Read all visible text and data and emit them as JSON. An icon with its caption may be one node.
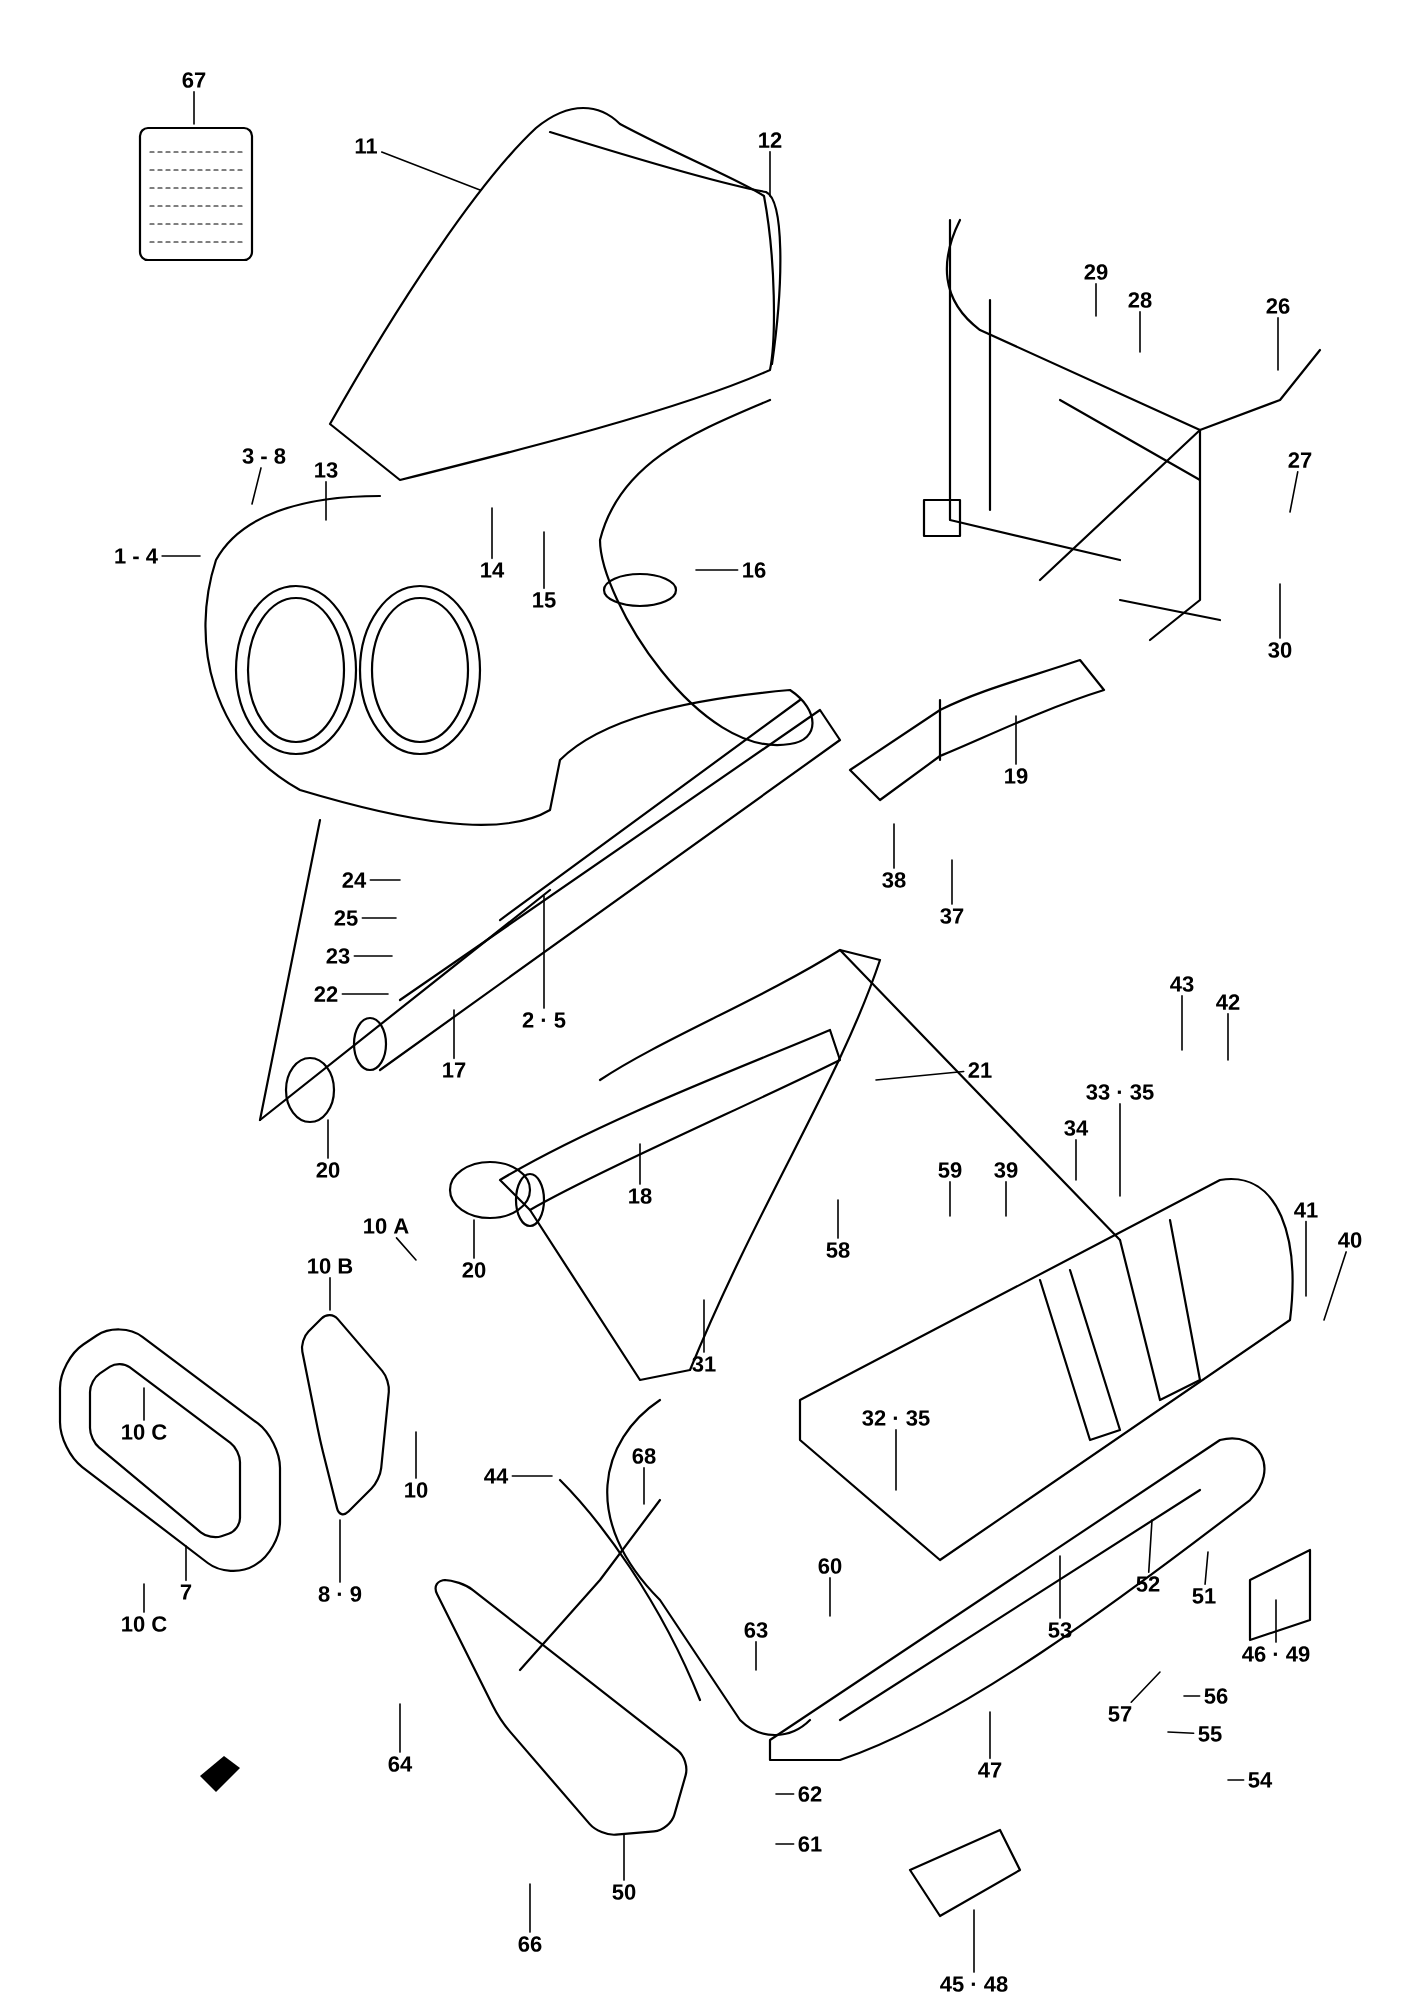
{
  "diagram": {
    "nodes": [
      {
        "text": [
          "67"
        ]
      },
      {
        "text": [
          "12"
        ]
      },
      {
        "text": [
          "11"
        ]
      },
      {
        "text": [
          "29"
        ]
      },
      {
        "text": [
          "28"
        ]
      },
      {
        "text": [
          "26"
        ]
      },
      {
        "text": [
          "27"
        ]
      },
      {
        "text": [
          "3 - 8"
        ]
      },
      {
        "text": [
          "13"
        ]
      },
      {
        "text": [
          "1 - 4"
        ]
      },
      {
        "text": [
          "14"
        ]
      },
      {
        "text": [
          "16"
        ]
      },
      {
        "text": [
          "15"
        ]
      },
      {
        "text": [
          "30"
        ]
      },
      {
        "text": [
          "19"
        ]
      },
      {
        "text": [
          "24"
        ]
      },
      {
        "text": [
          "38"
        ]
      },
      {
        "text": [
          "37"
        ]
      },
      {
        "text": [
          "25"
        ]
      },
      {
        "text": [
          "23"
        ]
      },
      {
        "text": [
          "22"
        ]
      },
      {
        "text": [
          "43"
        ]
      },
      {
        "text": [
          "42"
        ]
      },
      {
        "text": [
          "2 · 5"
        ]
      },
      {
        "text": [
          "21"
        ]
      },
      {
        "text": [
          "17"
        ]
      },
      {
        "text": [
          "33 · 35"
        ]
      },
      {
        "text": [
          "34"
        ]
      },
      {
        "text": [
          "20"
        ]
      },
      {
        "text": [
          "59"
        ]
      },
      {
        "text": [
          "39"
        ]
      },
      {
        "text": [
          "18"
        ]
      },
      {
        "text": [
          "41"
        ]
      },
      {
        "text": [
          "10 A"
        ]
      },
      {
        "text": [
          "40"
        ]
      },
      {
        "text": [
          "58"
        ]
      },
      {
        "text": [
          "10 B"
        ]
      },
      {
        "text": [
          "20"
        ]
      },
      {
        "text": [
          "31"
        ]
      },
      {
        "text": [
          "32 · 35"
        ]
      },
      {
        "text": [
          "10 C"
        ]
      },
      {
        "text": [
          "68"
        ]
      },
      {
        "text": [
          "44"
        ]
      },
      {
        "text": [
          "10"
        ]
      },
      {
        "text": [
          "60"
        ]
      },
      {
        "text": [
          "52"
        ]
      },
      {
        "text": [
          "7"
        ]
      },
      {
        "text": [
          "8 · 9"
        ]
      },
      {
        "text": [
          "51"
        ]
      },
      {
        "text": [
          "10 C"
        ]
      },
      {
        "text": [
          "53"
        ]
      },
      {
        "text": [
          "63"
        ]
      },
      {
        "text": [
          "46 · 49"
        ]
      },
      {
        "text": [
          "56"
        ]
      },
      {
        "text": [
          "57"
        ]
      },
      {
        "text": [
          "55"
        ]
      },
      {
        "text": [
          "64"
        ]
      },
      {
        "text": [
          "47"
        ]
      },
      {
        "text": [
          "54"
        ]
      },
      {
        "text": [
          "62"
        ]
      },
      {
        "text": [
          "61"
        ]
      },
      {
        "text": [
          "50"
        ]
      },
      {
        "text": [
          "66"
        ]
      },
      {
        "text": [
          "45 · 48"
        ]
      }
    ],
    "edges": [
      {
        "from": 0,
        "to": null,
        "arrow": "none"
      },
      {
        "from": 1,
        "to": null,
        "arrow": "none"
      },
      {
        "from": 2,
        "to": null,
        "arrow": "none"
      },
      {
        "from": 3,
        "to": null,
        "arrow": "none"
      },
      {
        "from": 4,
        "to": null,
        "arrow": "none"
      },
      {
        "from": 5,
        "to": null,
        "arrow": "none"
      },
      {
        "from": 6,
        "to": null,
        "arrow": "none"
      },
      {
        "from": 7,
        "to": null,
        "arrow": "none"
      },
      {
        "from": 8,
        "to": null,
        "arrow": "none"
      },
      {
        "from": 9,
        "to": null,
        "arrow": "none"
      },
      {
        "from": 10,
        "to": null,
        "arrow": "none"
      },
      {
        "from": 11,
        "to": null,
        "arrow": "none"
      },
      {
        "from": 12,
        "to": null,
        "arrow": "none"
      },
      {
        "from": 13,
        "to": null,
        "arrow": "none"
      },
      {
        "from": 14,
        "to": null,
        "arrow": "none"
      },
      {
        "from": 15,
        "to": null,
        "arrow": "none"
      },
      {
        "from": 16,
        "to": null,
        "arrow": "none"
      },
      {
        "from": 17,
        "to": null,
        "arrow": "none"
      },
      {
        "from": 18,
        "to": null,
        "arrow": "none"
      },
      {
        "from": 19,
        "to": null,
        "arrow": "none"
      },
      {
        "from": 20,
        "to": null,
        "arrow": "none"
      },
      {
        "from": 21,
        "to": null,
        "arrow": "none"
      },
      {
        "from": 22,
        "to": null,
        "arrow": "none"
      },
      {
        "from": 23,
        "to": null,
        "arrow": "none"
      },
      {
        "from": 24,
        "to": null,
        "arrow": "none"
      },
      {
        "from": 25,
        "to": null,
        "arrow": "none"
      },
      {
        "from": 26,
        "to": null,
        "arrow": "none"
      },
      {
        "from": 27,
        "to": null,
        "arrow": "none"
      },
      {
        "from": 28,
        "to": null,
        "arrow": "none"
      },
      {
        "from": 29,
        "to": null,
        "arrow": "none"
      },
      {
        "from": 30,
        "to": null,
        "arrow": "none"
      },
      {
        "from": 31,
        "to": null,
        "arrow": "none"
      },
      {
        "from": 32,
        "to": null,
        "arrow": "none"
      },
      {
        "from": 33,
        "to": null,
        "arrow": "none"
      },
      {
        "from": 34,
        "to": null,
        "arrow": "none"
      },
      {
        "from": 35,
        "to": null,
        "arrow": "none"
      },
      {
        "from": 36,
        "to": null,
        "arrow": "none"
      },
      {
        "from": 37,
        "to": null,
        "arrow": "none"
      },
      {
        "from": 38,
        "to": null,
        "arrow": "none"
      },
      {
        "from": 39,
        "to": null,
        "arrow": "none"
      },
      {
        "from": 40,
        "to": null,
        "arrow": "none"
      },
      {
        "from": 41,
        "to": null,
        "arrow": "none"
      },
      {
        "from": 42,
        "to": null,
        "arrow": "none"
      },
      {
        "from": 43,
        "to": null,
        "arrow": "none"
      },
      {
        "from": 44,
        "to": null,
        "arrow": "none"
      },
      {
        "from": 45,
        "to": null,
        "arrow": "none"
      },
      {
        "from": 46,
        "to": null,
        "arrow": "none"
      },
      {
        "from": 47,
        "to": null,
        "arrow": "none"
      },
      {
        "from": 48,
        "to": null,
        "arrow": "none"
      },
      {
        "from": 49,
        "to": null,
        "arrow": "none"
      },
      {
        "from": 50,
        "to": null,
        "arrow": "none"
      },
      {
        "from": 51,
        "to": null,
        "arrow": "none"
      },
      {
        "from": 52,
        "to": null,
        "arrow": "none"
      },
      {
        "from": 53,
        "to": null,
        "arrow": "none"
      },
      {
        "from": 54,
        "to": null,
        "arrow": "none"
      },
      {
        "from": 55,
        "to": null,
        "arrow": "none"
      },
      {
        "from": 56,
        "to": null,
        "arrow": "none"
      },
      {
        "from": 57,
        "to": null,
        "arrow": "none"
      },
      {
        "from": 58,
        "to": null,
        "arrow": "none"
      },
      {
        "from": 59,
        "to": null,
        "arrow": "none"
      },
      {
        "from": 60,
        "to": null,
        "arrow": "none"
      },
      {
        "from": 61,
        "to": null,
        "arrow": "none"
      },
      {
        "from": 62,
        "to": null,
        "arrow": "none"
      },
      {
        "from": 63,
        "to": null,
        "arrow": "none"
      }
    ]
  }
}
